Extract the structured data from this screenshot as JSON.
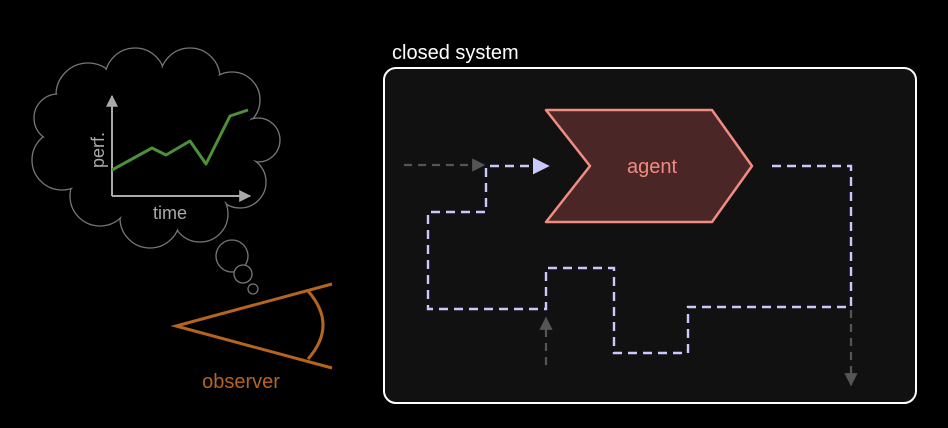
{
  "system": {
    "label": "closed system"
  },
  "agent": {
    "label": "agent"
  },
  "observer": {
    "label": "observer"
  },
  "thought": {
    "y_axis_label": "perf.",
    "x_axis_label": "time"
  },
  "colors": {
    "background": "#000000",
    "system_border": "#ffffff",
    "system_fill": "#111111",
    "agent_fill": "#4a2626",
    "agent_stroke": "#f28b82",
    "agent_text": "#f28b82",
    "loop_path": "#c9c9ff",
    "io_arrows": "#555555",
    "observer": "#b5651d",
    "thought_outline": "#777777",
    "axes": "#aaaaaa",
    "performance_line": "#4e8f3a",
    "label_text": "#ffffff"
  }
}
